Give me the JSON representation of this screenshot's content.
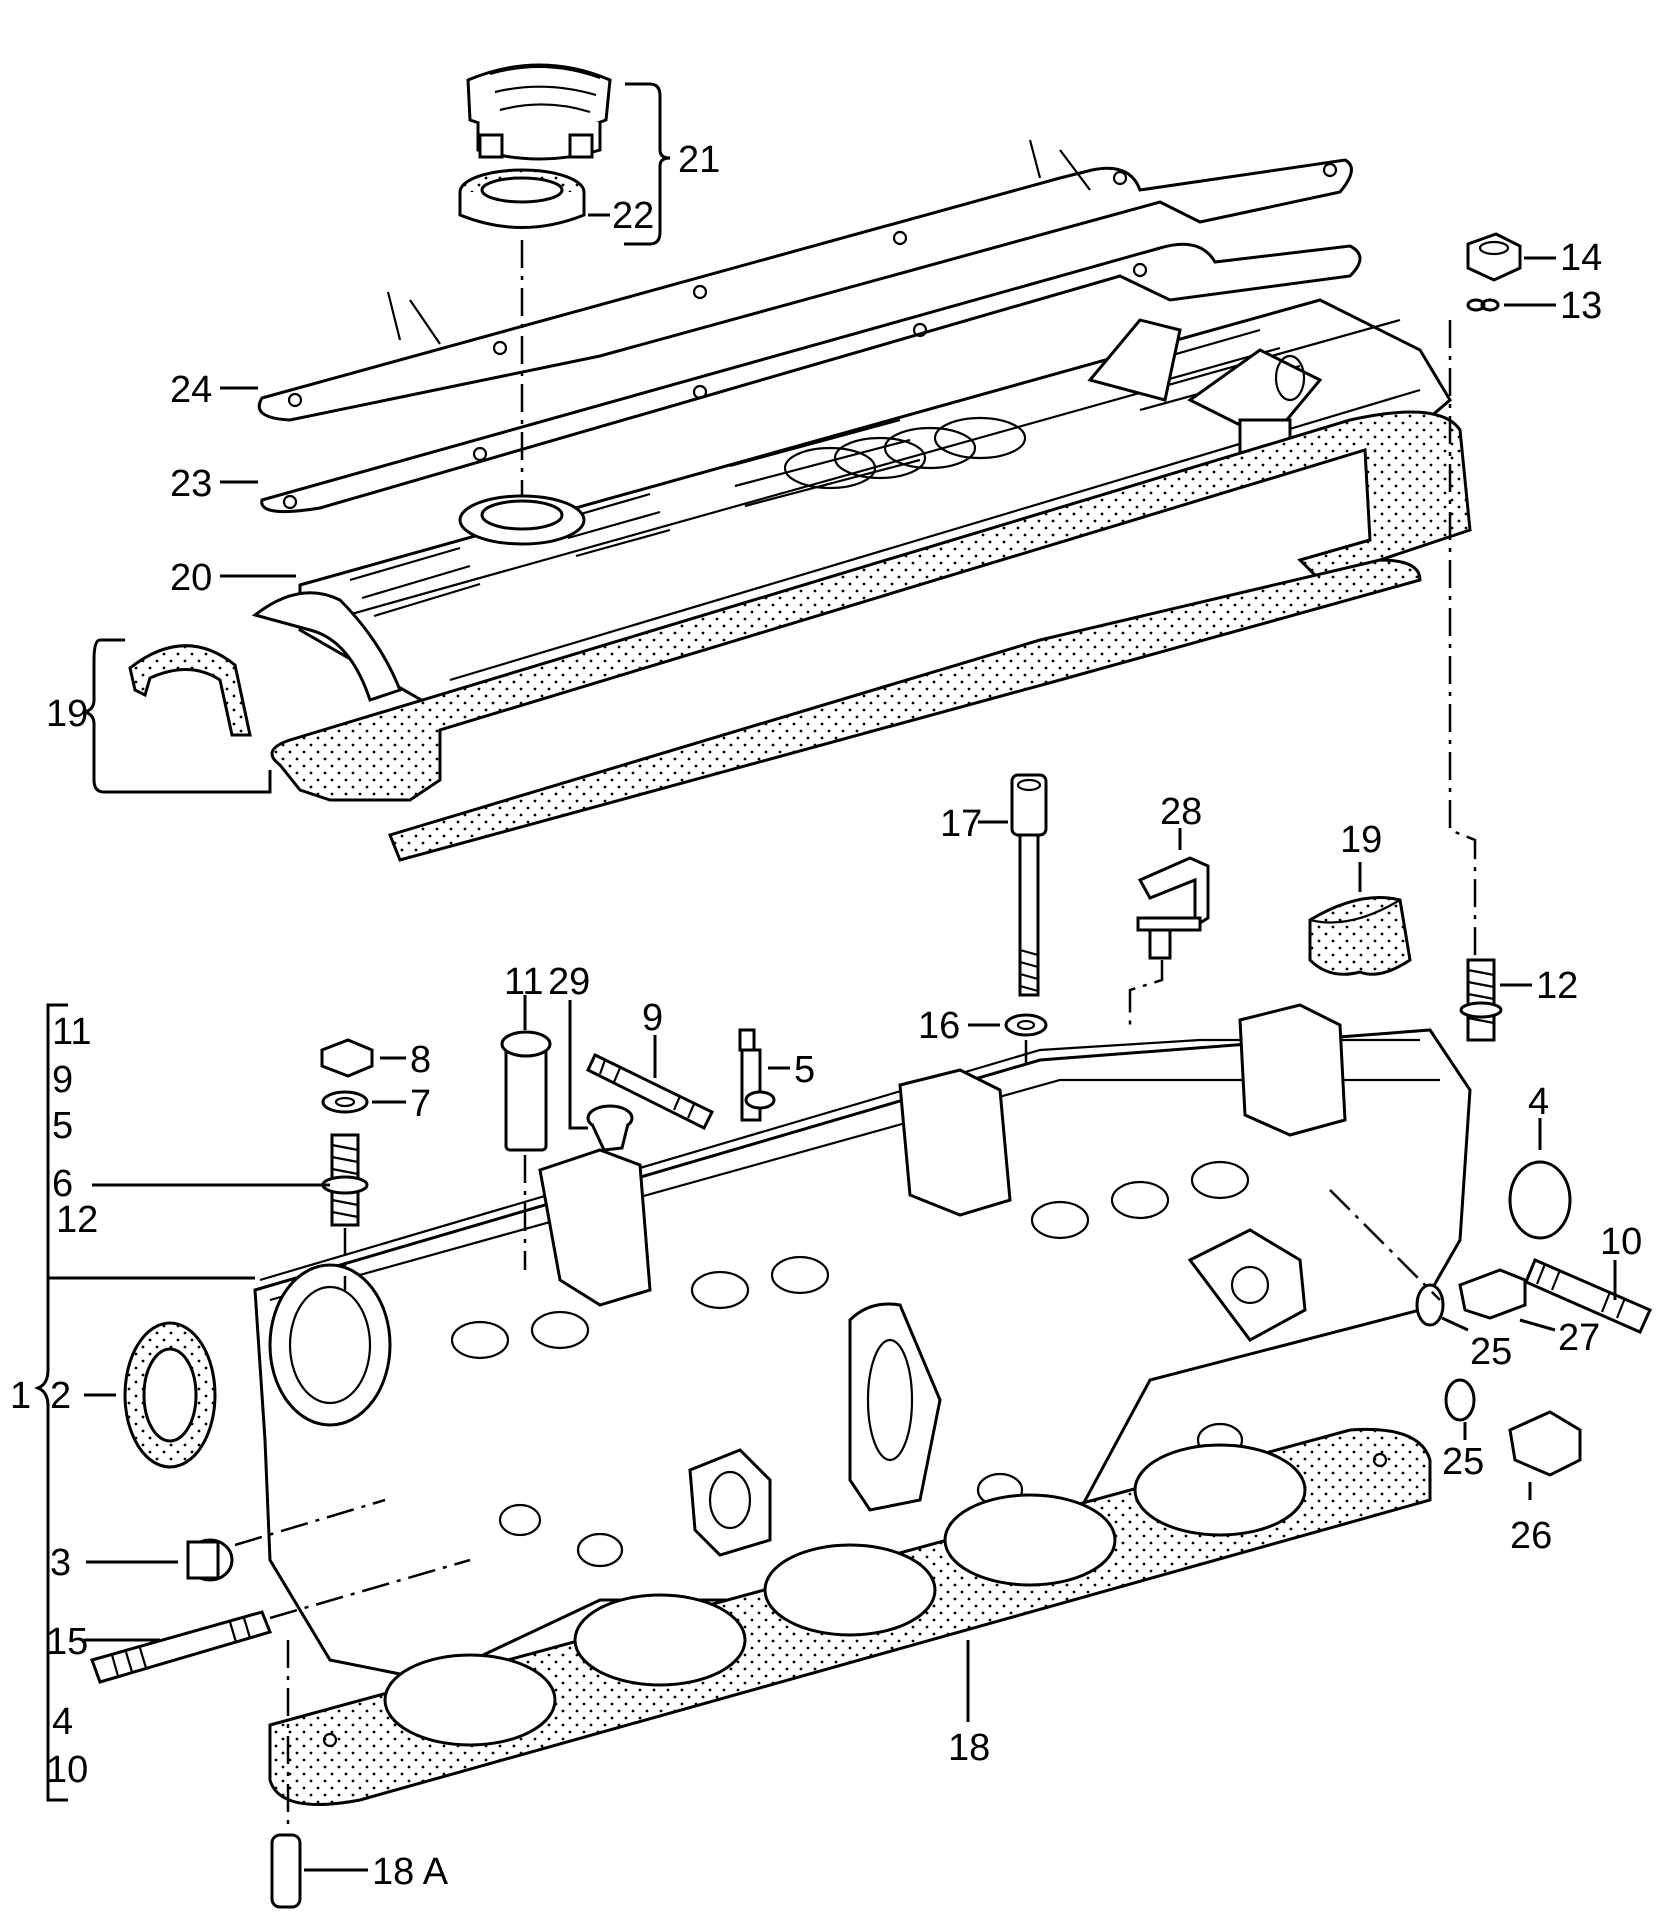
{
  "callouts": {
    "c21": "21",
    "c22": "22",
    "c14": "14",
    "c13": "13",
    "c24": "24",
    "c23": "23",
    "c20": "20",
    "c19a": "19",
    "c17": "17",
    "c28": "28",
    "c19b": "19",
    "c12a": "12",
    "c16": "16",
    "c11a": "11",
    "c29": "29",
    "c9a": "9",
    "c5a": "5",
    "c8": "8",
    "c7": "7",
    "c6a": "6",
    "c4a": "4",
    "c10a": "10",
    "c25a": "25",
    "c27": "27",
    "c25b": "25",
    "c26": "26",
    "c2": "2",
    "c1": "1",
    "c3": "3",
    "c15": "15",
    "c18": "18",
    "c18A": "18 A"
  },
  "group_list": [
    "11",
    "9",
    "5",
    "6",
    "12",
    "4",
    "10"
  ],
  "icons": [
    "oil-filler-cap-icon",
    "seal-ring-icon",
    "hex-nut-icon",
    "washer-icon",
    "stud-icon",
    "cylinder-head-icon",
    "head-gasket-icon",
    "valve-cover-icon",
    "bolt-icon",
    "plug-icon",
    "bracket-icon"
  ]
}
